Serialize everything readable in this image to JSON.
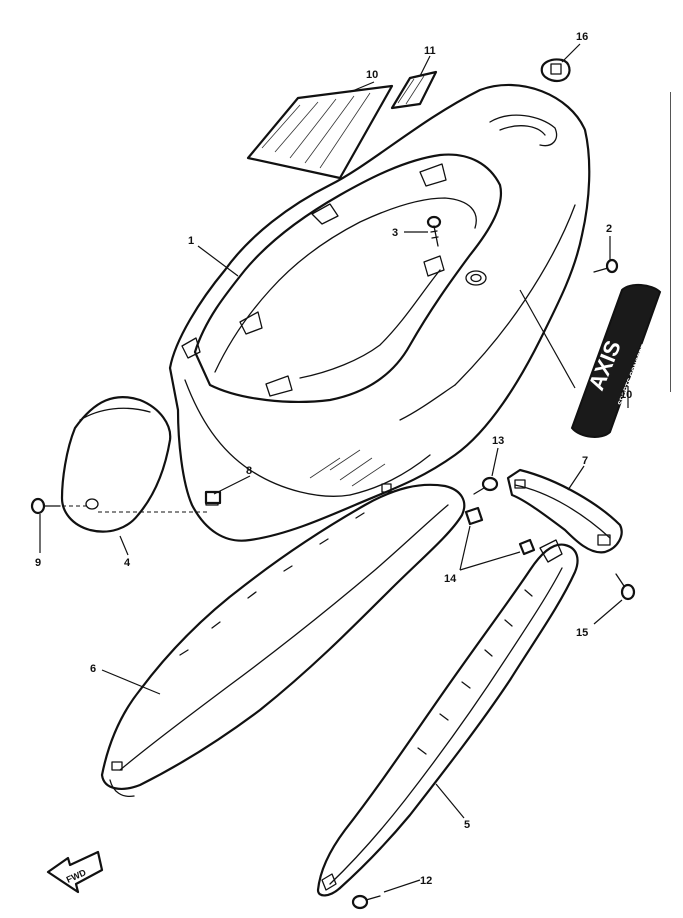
{
  "labels": {
    "p1": "1",
    "p2": "2",
    "p3": "3",
    "p4": "4",
    "p5": "5",
    "p6": "6",
    "p7": "7",
    "p8": "8",
    "p9": "9",
    "p10a": "10",
    "p10b": "10",
    "p11": "11",
    "p12": "12",
    "p13": "13",
    "p14": "14",
    "p15": "15",
    "p16": "16"
  },
  "decal": {
    "brand": "AXIS",
    "sub": "SPORTS CONCEPT"
  },
  "fwd": "FWD"
}
